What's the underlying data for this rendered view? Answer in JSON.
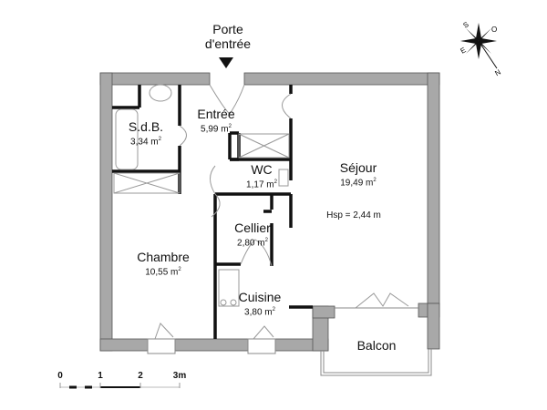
{
  "entrance": {
    "line1": "Porte",
    "line2": "d'entrée"
  },
  "compass": {
    "labels": [
      "S",
      "O",
      "E",
      "N"
    ]
  },
  "rooms": [
    {
      "name": "S.d.B.",
      "area": "3,34",
      "unit": "m²"
    },
    {
      "name": "Entrée",
      "area": "5,99",
      "unit": "m²"
    },
    {
      "name": "WC",
      "area": "1,17",
      "unit": "m²"
    },
    {
      "name": "Séjour",
      "area": "19,49",
      "unit": "m²"
    },
    {
      "name": "Cellier",
      "area": "2,80",
      "unit": "m²"
    },
    {
      "name": "Chambre",
      "area": "10,55",
      "unit": "m²"
    },
    {
      "name": "Cuisine",
      "area": "3,80",
      "unit": "m²"
    },
    {
      "name": "Balcon"
    }
  ],
  "ceiling_height": "Hsp = 2,44 m",
  "scale": {
    "ticks": [
      "0",
      "1",
      "2",
      "3m"
    ]
  },
  "colors": {
    "wall": "#a8a8a8",
    "wall_outline": "#555555",
    "partition": "#111111",
    "fixture": "#999999"
  }
}
